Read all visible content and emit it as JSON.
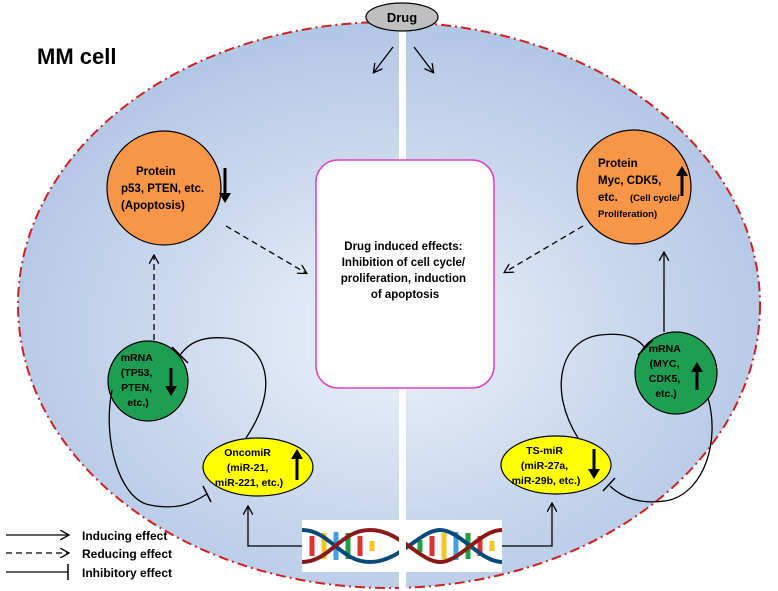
{
  "title": "MM cell",
  "drug": "Drug",
  "center": [
    "Drug induced effects:",
    "Inhibition of cell cycle/",
    "proliferation, induction",
    "of apoptosis"
  ],
  "left": {
    "protein": [
      "Protein",
      "p53, PTEN, etc.",
      "(Apoptosis)"
    ],
    "protein_trend": "down",
    "mrna": [
      "mRNA",
      "(TP53,",
      "PTEN,",
      "etc.)"
    ],
    "mrna_trend": "down",
    "mir": [
      "OncomiR",
      "(miR-21,",
      "miR-221, etc.)"
    ],
    "mir_trend": "up"
  },
  "right": {
    "protein": [
      "Protein",
      "Myc, CDK5,",
      "etc.",
      "(Cell cycle/",
      "Proliferation)"
    ],
    "protein_trend": "up",
    "mrna": [
      "mRNA",
      "(MYC,",
      "CDK5,",
      "etc.)"
    ],
    "mrna_trend": "up",
    "mir": [
      "TS-miR",
      "(miR-27a,",
      "miR-29b, etc.)"
    ],
    "mir_trend": "down"
  },
  "legend": {
    "inducing": "Inducing effect",
    "reducing": "Reducing effect",
    "inhibitory": "Inhibitory effect"
  },
  "colors": {
    "cell_fill": "#c9d6ea",
    "cell_border": "#cc2222",
    "protein": "#f79646",
    "mrna": "#1e9e52",
    "mir": "#ffff00",
    "center_border": "#e040c0",
    "drug": "#bfbfbf"
  }
}
